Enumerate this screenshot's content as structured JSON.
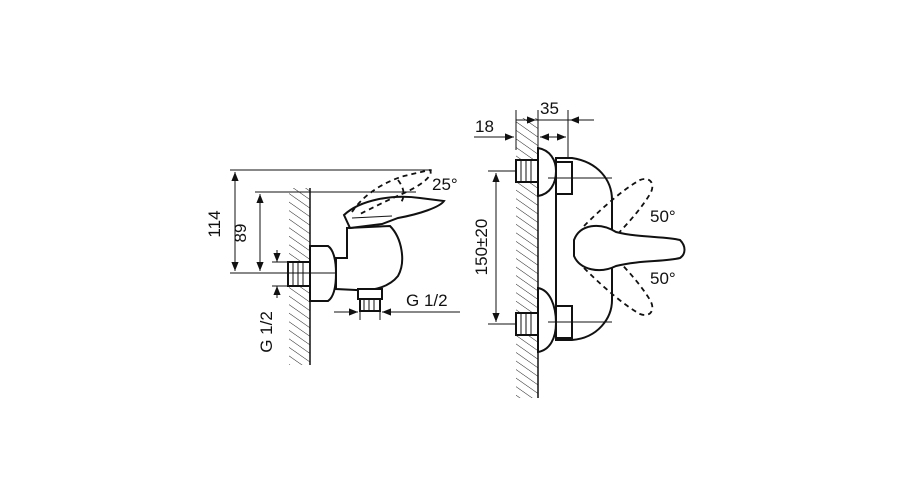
{
  "side_view": {
    "angle_label": "25°",
    "height_overall": "114",
    "height_spout": "89",
    "wall_thread": "G 1/2",
    "outlet_thread": "G 1/2"
  },
  "front_view": {
    "dim_wall": "18",
    "dim_depth": "35",
    "dim_spacing": "150±20",
    "angle_upper": "50°",
    "angle_lower": "50°"
  },
  "colors": {
    "line": "#111111",
    "background": "#ffffff"
  }
}
